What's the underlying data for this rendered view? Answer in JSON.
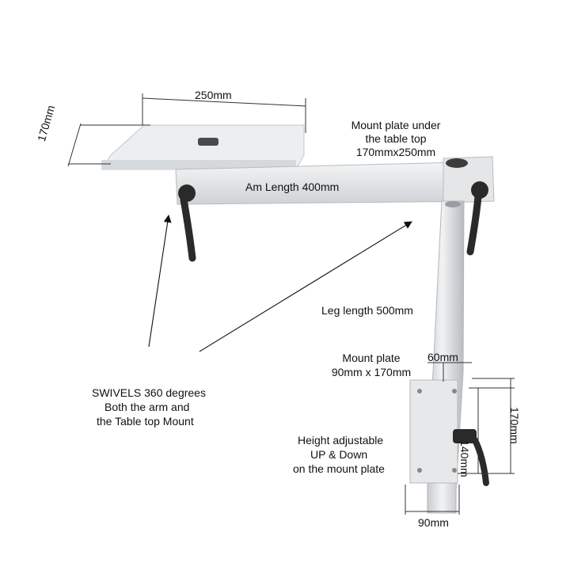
{
  "dimensions": {
    "plate_width": "250mm",
    "plate_depth": "170mm",
    "mount_width_60": "60mm",
    "mount_height_140": "140mm",
    "mount_height_170": "170mm",
    "mount_bottom_90": "90mm"
  },
  "callouts": {
    "top_mount_line1": "Mount plate under",
    "top_mount_line2": "the table top",
    "top_mount_line3": "170mmx250mm",
    "arm_length": "Am Length 400mm",
    "leg_length": "Leg length 500mm",
    "wall_mount_line1": "Mount plate",
    "wall_mount_line2": "90mm x 170mm",
    "swivel_line1": "SWIVELS 360 degrees",
    "swivel_line2": "Both the arm and",
    "swivel_line3": "the Table top Mount",
    "height_line1": "Height adjustable",
    "height_line2": "UP & Down",
    "height_line3": "on the mount plate"
  },
  "colors": {
    "aluminium": "#dfe1e3",
    "aluminium_shade": "#b9bcc0",
    "handle": "#2a2a2a",
    "dimension_line": "#333333"
  }
}
